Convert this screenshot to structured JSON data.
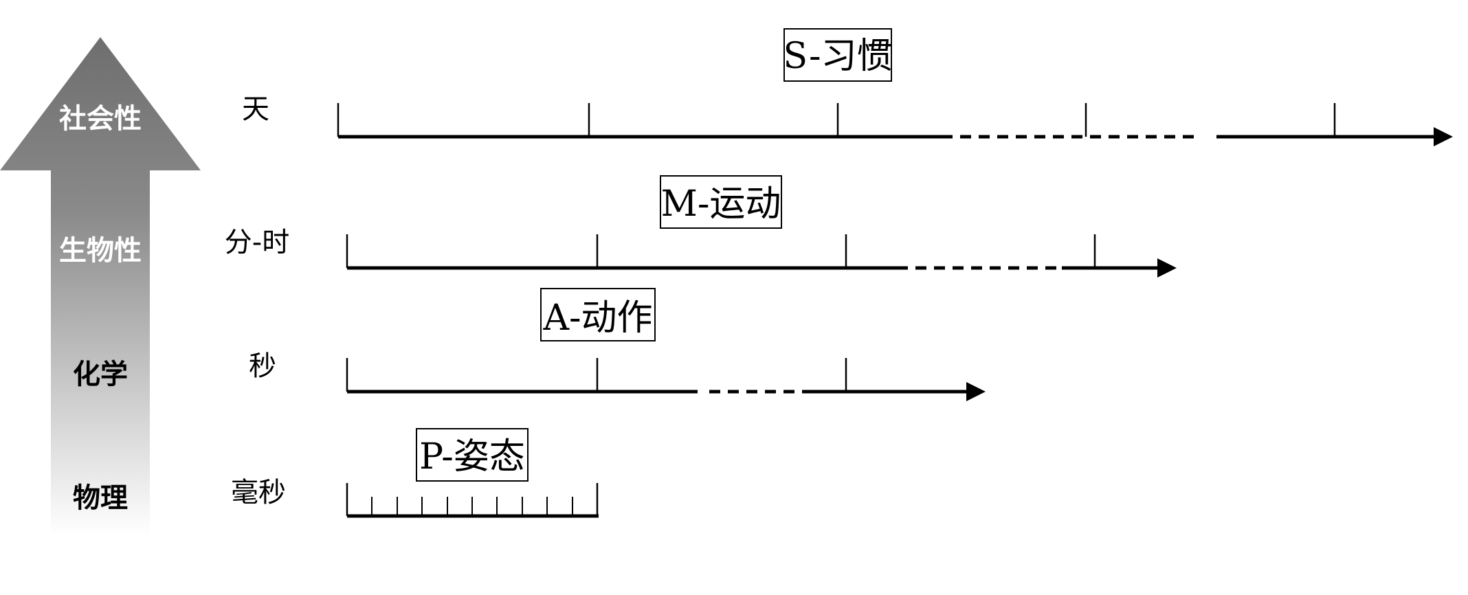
{
  "levels": [
    {
      "label": "社会性",
      "color": "#ffffff"
    },
    {
      "label": "生物性",
      "color": "#ffffff"
    },
    {
      "label": "化学",
      "color": "#000000"
    },
    {
      "label": "物理",
      "color": "#000000"
    }
  ],
  "timelines": [
    {
      "scale": "天",
      "box": "S-习惯"
    },
    {
      "scale": "分-时",
      "box": "M-运动"
    },
    {
      "scale": "秒",
      "box": "A-动作"
    },
    {
      "scale": "毫秒",
      "box": "P-姿态"
    }
  ],
  "colors": {
    "arrow_top": "#6e6e6e",
    "arrow_bottom": "#ffffff",
    "line": "#000000"
  }
}
